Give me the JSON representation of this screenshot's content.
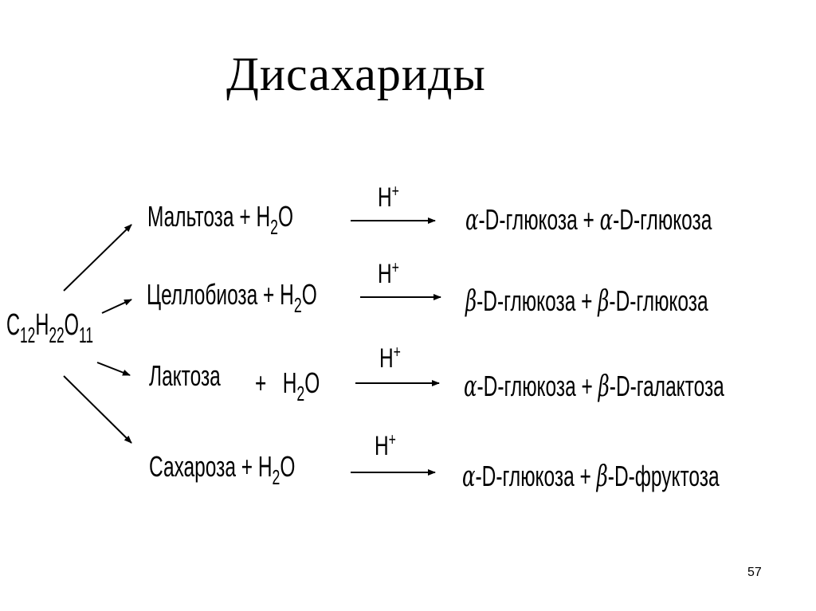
{
  "title": "Дисахариды",
  "formula": {
    "c": "C",
    "c_sub": "12",
    "h": "H",
    "h_sub": "22",
    "o": "O",
    "o_sub": "11"
  },
  "reactions": [
    {
      "sugar": "Мальтоза",
      "plus": "+",
      "water_h": "H",
      "water_sub": "2",
      "water_o": "O",
      "catalyst": "H",
      "catalyst_sup": "+",
      "product1_greek": "α",
      "product1_name": "-D-глюкоза",
      "product_plus": "+",
      "product2_greek": "α",
      "product2_name": "-D-глюкоза"
    },
    {
      "sugar": "Целлобиоза",
      "plus": "+",
      "water_h": "H",
      "water_sub": "2",
      "water_o": "O",
      "catalyst": "H",
      "catalyst_sup": "+",
      "product1_greek": "β",
      "product1_name": "-D-глюкоза",
      "product_plus": "+",
      "product2_greek": "β",
      "product2_name": "-D-глюкоза"
    },
    {
      "sugar": "Лактоза",
      "plus": "+",
      "water_h": "H",
      "water_sub": "2",
      "water_o": "O",
      "catalyst": "H",
      "catalyst_sup": "+",
      "product1_greek": "α",
      "product1_name": "-D-глюкоза",
      "product_plus": "+",
      "product2_greek": "β",
      "product2_name": "-D-галактоза"
    },
    {
      "sugar": "Сахароза",
      "plus": "+",
      "water_h": "H",
      "water_sub": "2",
      "water_o": "O",
      "catalyst": "H",
      "catalyst_sup": "+",
      "product1_greek": "α",
      "product1_name": "-D-глюкоза",
      "product_plus": "+",
      "product2_greek": "β",
      "product2_name": "-D-фруктоза"
    }
  ],
  "page_number": "57"
}
